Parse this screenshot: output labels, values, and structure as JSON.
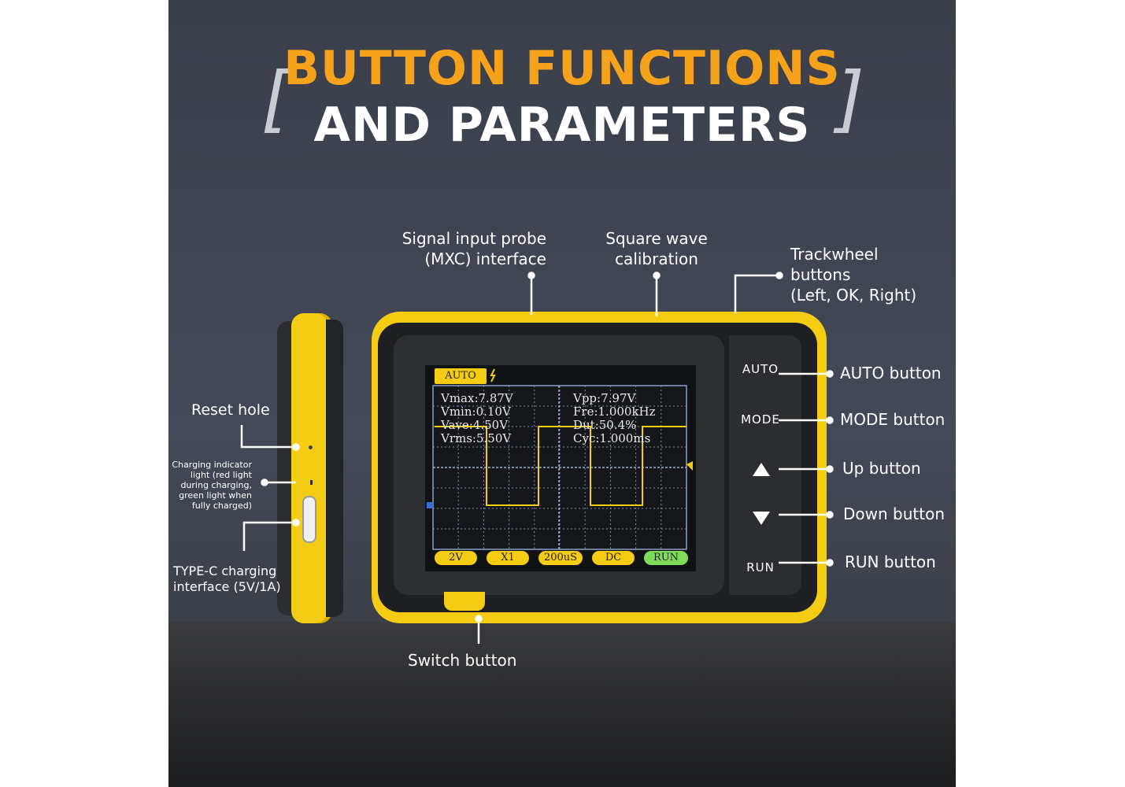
{
  "title": {
    "line1": "BUTTON FUNCTIONS",
    "line2": "AND PARAMETERS",
    "open_bracket": "[",
    "close_bracket": "]"
  },
  "callouts": {
    "signal_input": "Signal input probe\n(MXC) interface",
    "square_wave": "Square wave\ncalibration",
    "trackwheel": "Trackwheel\nbuttons\n(Left, OK, Right)",
    "auto": "AUTO button",
    "mode": "MODE button",
    "up": "Up button",
    "down": "Down button",
    "run": "RUN button",
    "switch": "Switch button",
    "reset": "Reset hole",
    "charging": "Charging indicator\nlight (red light\nduring charging,\ngreen light when\nfully charged)",
    "typec": "TYPE-C charging\ninterface (5V/1A)"
  },
  "device": {
    "buttons": {
      "auto": "AUTO",
      "mode": "MODE",
      "run": "RUN"
    },
    "screen": {
      "mode": "AUTO",
      "measurements_left": [
        "Vmax:7.87V",
        "Vmin:0.10V",
        "Vave:4.50V",
        "Vrms:5.50V"
      ],
      "measurements_right": [
        "Vpp:7.97V",
        "Fre:1.000kHz",
        "Dut:50.4%",
        "Cyc:1.000ms"
      ],
      "chips": [
        "2V",
        "X1",
        "200uS",
        "DC",
        "RUN"
      ]
    }
  },
  "colors": {
    "accent": "#f7a21b",
    "device_yellow": "#f4cc14",
    "run_green": "#7fdc5a"
  }
}
